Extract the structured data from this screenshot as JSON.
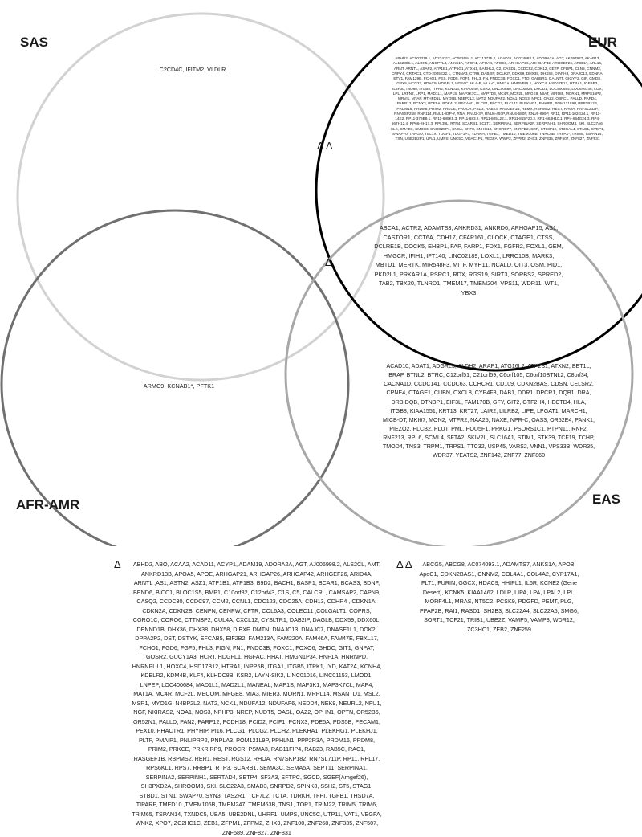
{
  "set_labels": {
    "sas": "SAS",
    "eur": "EUR",
    "afr_amr": "AFR-AMR",
    "eas": "EAS"
  },
  "regions": {
    "sas_only": "C2CD4C, IFITM2, VLDLR",
    "eur_only": "ABHD2, AC007319.1, AD224312, AC062684.1, AC112715.2, ACAD11, AC074093.1, ADORA2A, AGT, AK097927, AKAP13, AL162385.1, ALOX5, ANGPTL4, ANKS1A, APOA1, APOA4, APOC3, ARHGAP26, ARHGAP42, ARHGEF26, ARID4A, ARL15, ARNT, ARNTL, ASAP2, ATP1B1, ATP5G1, ATXN1, BARHL2, C2, CASD1, CCDC92, CDK12, CETP, CFDP1, CLN8, CNNM2, CNPY4, CRTAC1, CTD-2005E22.1, CTNNA3, CTR9, DAB2IP, DCLK2*, DDX59, DHX38, DHX58, DIAPH3, DNAJC13, EDNRA, ETV1, FAM129B, FCHO1, FES, FGD5, FGF5, FHL3, FN, FNDC3B, FOXC1, FTO, GABBR1, GALNTT, GIGYF2, GIP, GMDS, GPX5, HCG27, HDAC9, HDGFL1, HGFAC, HLA-B, HLA-C, HNF1A, HNRNPUL1, HOXC4, HSD17B12, HTRA1, IGFBP3, IL3F30, INO80, ITGB5, ITPR2, KCNJ13, KIAA0040, KSR2, LINC00880, LINC00924, LMOD1, LOC400684, LOC646736, LOX, LPL, LRFN2, LRP1, MAD1L1, MAP1S, MAP3K7CL, MAP7D3, MC4R, MCF2L, MFGE8, MIAT, MIR588, MORN1, MRPS16P2, MRVI1, MTAP, MTHFD1L, MYO9B, N4BP2L2, NAT2, NDUFAF2, NOA1, NOS3, NPC1, OAZ2, OBFC1, PALLD, PAPD4, PARP12, PCNX3, PDE5A, PDK4L2, PECAM1, PLCE1, PLCG2, PLCL1*, PLEKHG1, PMAIP1, POM121L9P, PPP1R12B, PRDM16, PRDM8, PRIM2, PRKCE, PROCR, PSD3, RAB23, RASGEF1B, RBMX, RBPMS2, REST, RHOA, RN7SL232P, RNA5SP258, RNF114, RNU1-83P-Y, RNA, RNU2-3P, RNU6-493P, RNU6-580P, RNU6-999P, RP11, RP11-102G24.1, RP11-14E2, RP11-379B8.1, RP11-689K5.3, RP11-683.2, RP11-805L22.1, RP11-815F20.2, RP1-663H10.1, RP4-664G24.3, RP4-667H12.4, RP66-8H17.3, RPL39L, RTN4, SCARB1, SCLT1, SERPINA1, SERPINA2P, SERPINH1, SHROOM3, SKI, SLC27A6, SLK, SMAD3, SMOX3, SNHG25P1, SNCA, SNF8, SNHG18, SNORD77, SNRPD2, SRR, ST13P19, ST3GAL4, STAG1, SVEP1, SWAP70, TANGO, TBL1X, TDGF1, TDGF1P3, TDRKH, TGFB1, TMED10, TMEM106B, TNRC6B, TRPA1*, TRIM5, TSPAN14, TXN, UBE2D2P1, UFL1, UMPS, UNC5C, VDAC1P1, VEGFA, WWP2, ZFPM2, ZHX3, ZNF335, ZNF507, ZNF827, ZNF831",
    "triple": "ABCA1, ACTR2, ADAMTS3, ANKRD31, ANKRD6, ARHGAP15, AS1, CASTOR1, CCT6A, CDH17, CFAP161, CLOCK, CTAGE1, CTSS, DCLRE1B, DOCK5, EHBP1, FAP, FARP1, FDX1, FGFR2, FOXL1, GEM, HMGCR, IFIH1, IFT140, LINC02189, LOXL1, LRRC10B, MARK3, MBTD1, MERTK, MIR548F3, MITF, MYH11, NCALD, OIT3, OSM, PID1, PKD2L1, PRKAR1A, PSRC1, RDX, RGS19, SIRT3, SORBS2, SPRED2, TAB2, TBX20, TLNRD1, TMEM17, TMEM204, VPS11, WDR11, WT1, YBX3",
    "afr_only": "ARMC9, KCNAB1*, PFTK1",
    "eas_only": "ACAD10, ADAT1, ADGRL3, ALDH2, ARAP1, ATG16L2, ATP2B1, ATXN2, BET1L, BRAP, BTNL2, BTRC, C12orf51, C21orf59, C6orf105, C6orf10BTNL2, C8orf34, CACNA1D, CCDC141, CCDC63, CCHCR1, CD109, CDKN2BAS, CDSN, CELSR2, CPNE4, CTAGE1, CUBN, CXCL8, CYP4F8, DAB1, DDR1, DPCR1, DQB1, DRA, DRB-DQB, DTNBP1, EIF3L, FAM170B, GFY, GIT2, GTF2H4, HECTD4, HLA, ITGB8, KIAA1551, KRT13, KRT27, LAIR2, LILRB2, LIPE, LPGAT1, MARCH1, MICB-DT, MKI67, MON2, MTFR2, NAA25, NAXE, NPR-C, OAS3, OR52E4, PANK1, PIEZO2, PLCB2, PLUT, PML, POU5F1, PRKG1, PSORS1C1, PTPN11, RNF2, RNF213, RPL6, SCML4, SFTA2, SKIV2L, SLC16A1, STIM1, STK39, TCF19, TCHP, TMOD4, TNS3, TRPM1, TRPS1, TTC32, USP45, VARS2, VNN1, VPS33B, WDR35, WDR37, YEATS2, ZNF142, ZNF77, ZNF860"
  },
  "markers": {
    "single": "Δ",
    "double": "Δ Δ"
  },
  "footnotes": {
    "single_list": "ABHD2, ABO, ACAA2, ACAD11, ACYP1, ADAM19, ADORA2A, AGT, AJ006998.2, ALS2CL, AMT, ANKRD13B, APOA5, APOE, ARHGAP21, ARHGAP26, ARHGAP42, ARHGEF26, ARID4A, ARNTL ,AS1, ASTN2, ASZ1, ATP1B1, ATP1B3, B9D2, BACH1, BASP1, BCAR1, BCAS3, BDNF, BEND6, BICC1, BLOC1S5, BMP1, C10orf82, C12orf43, C1S, C5, CALCRL, CAMSAP2, CAPN9, CASQ2, CCDC30, CCDC97, CCM2, CCNL1, CDC123, CDC25A, CDH13, CDHR4 , CDKN1A, CDKN2A, CDKN2B, CENPN, CENPW, CFTR, COL6A3, COLEC11 ,COLGALT1, COPRS, CORO1C, CORO6, CTTNBP2, CUL4A, CXCL12, CYSLTR1, DAB2IP, DAGLB, DDX59, DDX60L, DENND1B, DHX36, DHX38, DHX58, DIEXF, DMTN, DNAJC13, DNAJC7, DNASE1L1, DOK2, DPPA2P2, DST, DSTYK, EFCAB5, EIF2B2, FAM213A, FAM220A, FAM46A, FAM47E, FBXL17, FCHO1, FGD6, FGF5, FHL3, FIGN, FN1, FNDC3B, FOXC1, FOXO6, GHDC, GIT1, GNPAT, GOSR2, GUCY1A3, HCRT, HDGFL1, HGFAC, HHAT, HMGN1P34, HNF1A, HNRNPD, HNRNPUL1, HOXC4, HSD17B12, HTRA1, INPP5B, ITGA1, ITGB5, ITPK1, IYD, KAT2A, KCNH4, KDELR2, KDM4B, KLF4, KLHDC8B, KSR2, LAYN-SIK2, LINC01016, LINC01153, LMOD1, LNPEP, LOC400684, MAD1L1, MAD2L1, MANEAL, MAP1S, MAP3K1, MAP3K7CL, MAP4, MAT1A, MC4R, MCF2L, MECOM, MFGE8, MIA3, MIER3, MORN1, MRPL14, MSANTD1, MSL2, MSR1, MYO1G, N4BP2L2, NAT2, NCK1, NDUFA12, NDUFAF6, NEDD4, NEK9, NEURL2, NFU1, NGF, NKIRAS2, NOA1, NOS3, NPHP3, NREP, NUDT5, OASL, OAZ2, OPHN1, OPTN, OR52B6, OR52N1, PALLD, PAN2, PARP12, PCDH18, PCID2, PCIF1, PCNX3, PDE5A, PDS5B, PECAM1, PEX10, PHACTR1, PHYHIP, PI16, PLCG1, PLCG2, PLCH2, PLEKHA1, PLEKHG1, PLEKHJ1, PLTP, PMAIP1, PNLIPRP2, PNPLA3, POM121L9P, PPHLN1, PPP2R3A, PRDM16, PRDM8, PRIM2, PRKCE, PRKRIRP9, PROCR, PSMA3, RAB11FIP4, RAB23, RAB5C, RAC1, RASGEF1B, RBPMS2, RER1, REST, RGS12, RHOA, RN7SKP182, RN7SL711P, RP11, RPL17, RPS6KL1, RPS7, RRBP1, RTP3, SCARB1, SEMA3C, SEMA5A, SEPT11, SERPINA1, SERPINA2, SERPINH1, SERTAD4, SETP4, SF3A3, SFTPC, SGCD, SGEF(Arhgef26), SH3PXD2A, SHROOM3, SKI, SLC22A3, SMAD3, SNRPD2, SPINK8, SSH2, ST5, STAG1, STBD1, STN1, SWAP70, SYN3, TAS2R1, TCF7L2, TCTA, TDRKH, TFPI, TGFB1, THSD7A, TIPARP, TMED10 ,TMEM106B, TMEM247, TMEM63B, TNS1, TOP1, TRIM22, TRIM5, TRIM6, TRIM65, TSPAN14, TXNDC5, UBA5, UBE2DNL, UHRF1, UMPS, UNC5C, UTP11, VAT1, VEGFA, WNK2, XPO7, ZC2HC1C, ZEB1, ZFPM1, ZFPM2, ZHX3, ZNF100, ZNF268, ZNF335, ZNF507, ZNF589, ZNF827, ZNF831",
    "double_list": "ABCG5, ABCG8, AC074093.1, ADAMTS7, ANKS1A, APOB, ApoC1, CDKN2BAS1, CNNM2, COL4A1, COL4A2, CYP17A1, FLT1, FURIN, GGCX, HDAC9, HHIPL1, IL6R, KCNE2 (Gene Desert), KCNK5, KIAA1462, LDLR, LIPA, LPA, LPAL2, LPL, MORF4L1, MRAS, NT5C2, PCSK9, PDGFD, PEMT, PLG, PPAP2B, RAI1, RASD1, SH2B3, SLC22A4, SLC22A5, SMG6, SORT1, TCF21, TRIB1, UBE2Z, VAMP5, VAMP8, WDR12, ZC3HC1, ZEB2, ZNF259"
  }
}
